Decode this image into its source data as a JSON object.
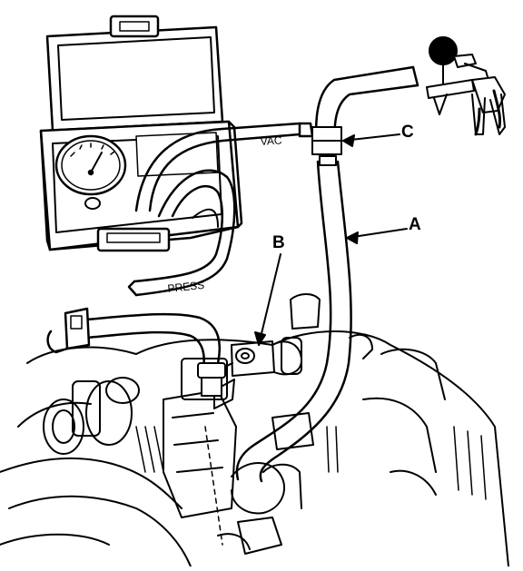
{
  "hose_labels": {
    "vac": "VAC",
    "press": "PRESS"
  },
  "callouts": {
    "a": "A",
    "b": "B",
    "c": "C"
  },
  "colors": {
    "ink": "#000000",
    "paper": "#ffffff"
  }
}
